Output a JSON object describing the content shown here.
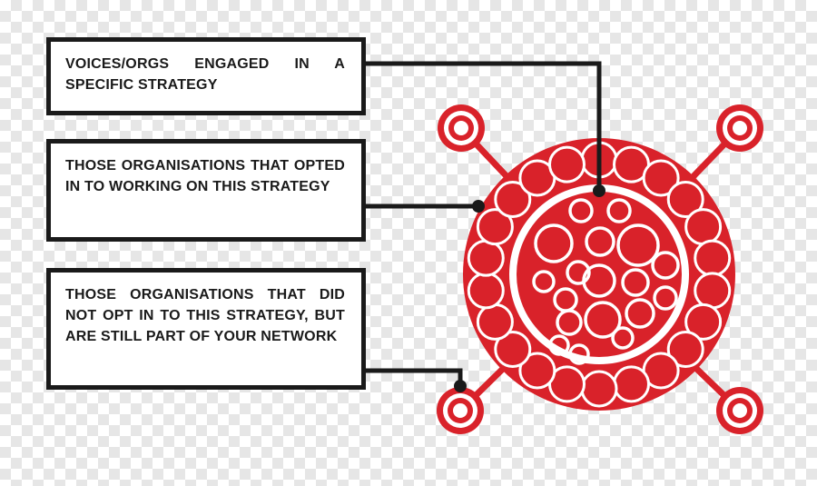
{
  "labels": {
    "voices_engaged": "VOICES/ORGS ENGAGED IN A SPECIFIC STRATEGY",
    "opted_in": "THOSE ORGANISATIONS THAT OPTED IN TO WORKING ON THIS STRATEGY",
    "not_opted_in": "THOSE ORGANISATIONS THAT DID NOT OPT IN TO THIS STRATEGY, BUT ARE STILL PART OF YOUR NETWORK"
  },
  "colors": {
    "network_red": "#d9222a",
    "line_black": "#1a1a1a",
    "box_fill": "#ffffff"
  }
}
